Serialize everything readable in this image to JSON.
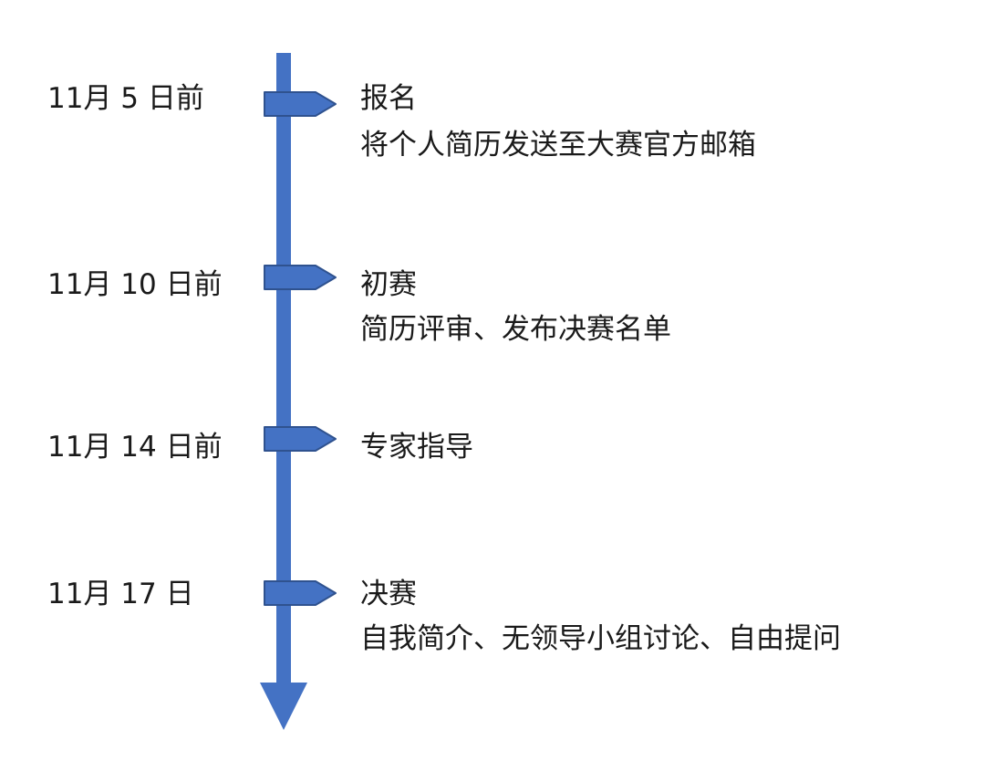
{
  "colors": {
    "axis": "#4472C4",
    "flag_stroke": "#2F528F",
    "text": "#1a1a1a"
  },
  "events": [
    {
      "date": "11月 5 日前",
      "title": "报名",
      "desc": "将个人简历发送至大赛官方邮箱"
    },
    {
      "date": "11月 10 日前",
      "title": "初赛",
      "desc": "简历评审、发布决赛名单"
    },
    {
      "date": "11月 14 日前",
      "title": "专家指导",
      "desc": ""
    },
    {
      "date": "11月 17 日",
      "title": "决赛",
      "desc": "自我简介、无领导小组讨论、自由提问"
    }
  ]
}
